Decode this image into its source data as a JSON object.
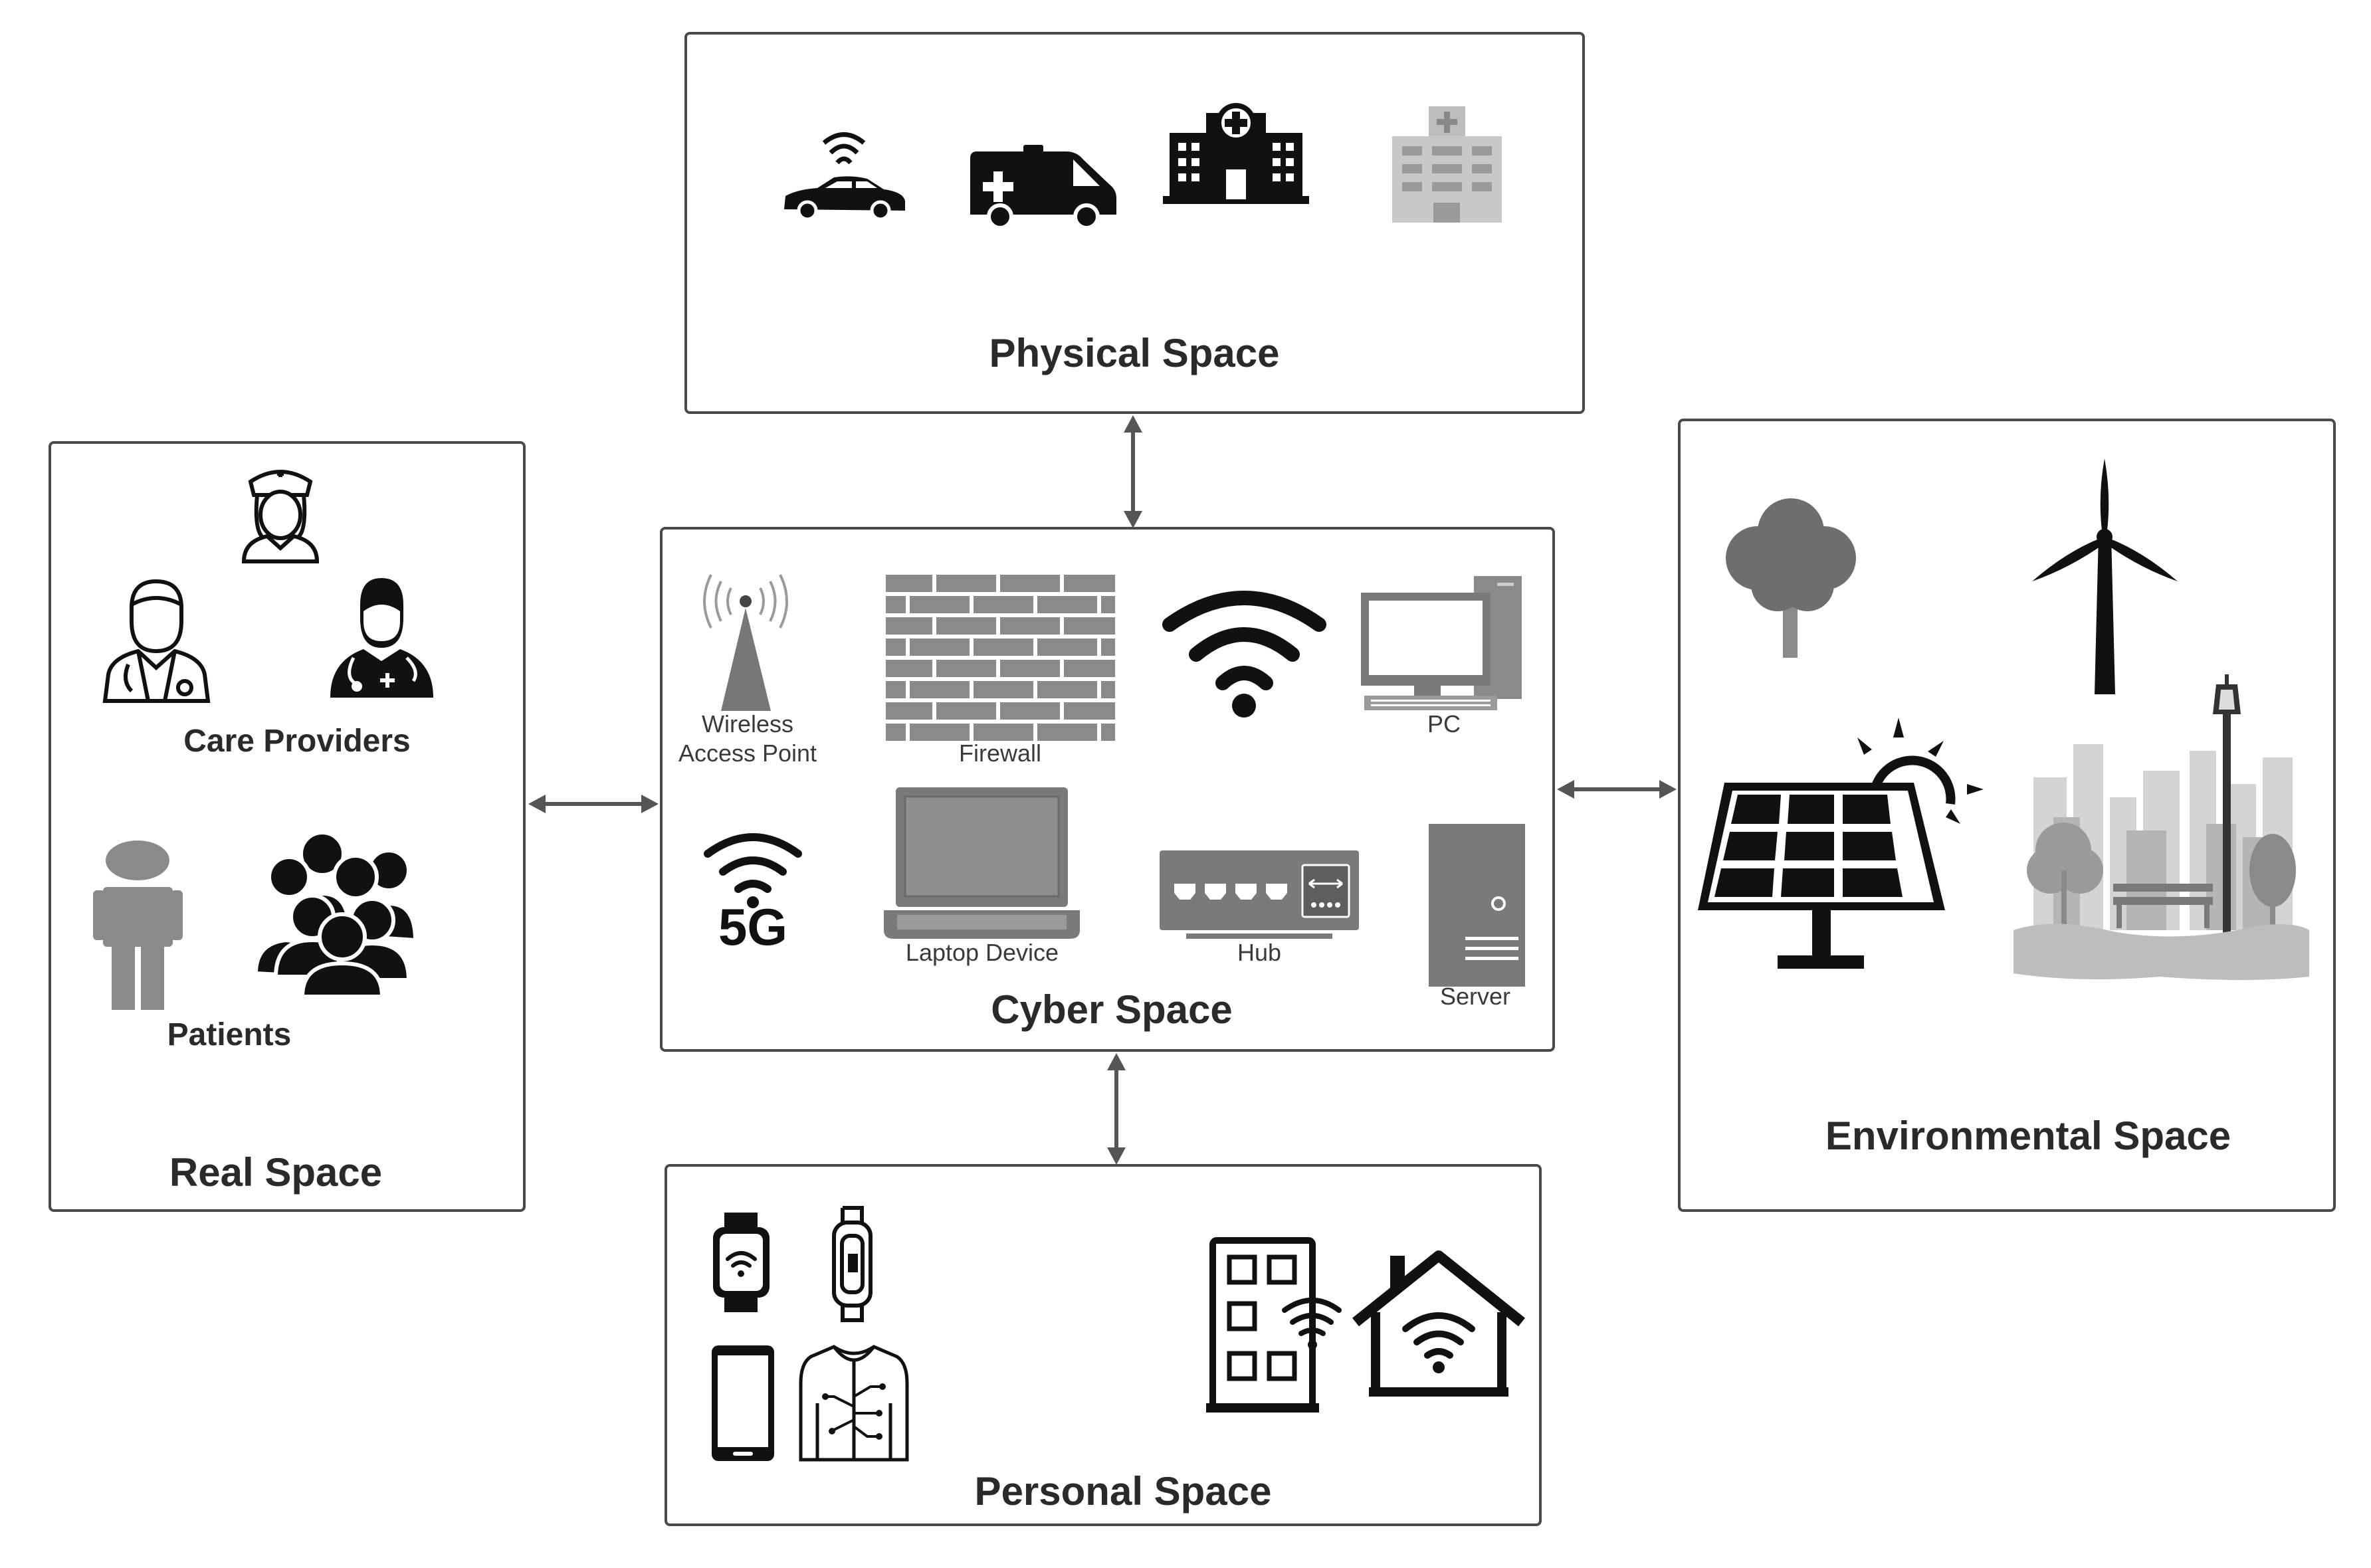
{
  "spaces": {
    "physical": {
      "title": "Physical Space"
    },
    "real": {
      "title": "Real Space",
      "care_providers": "Care Providers",
      "patients": "Patients"
    },
    "cyber": {
      "title": "Cyber Space",
      "wireless_line1": "Wireless",
      "wireless_line2": "Access Point",
      "firewall": "Firewall",
      "pc": "PC",
      "laptop": "Laptop Device",
      "hub": "Hub",
      "server": "Server",
      "fiveg": "5G"
    },
    "environmental": {
      "title": "Environmental Space"
    },
    "personal": {
      "title": "Personal Space"
    }
  },
  "colors": {
    "border": "#4a4a4a",
    "icon_dark": "#111111",
    "icon_gray": "#7a7a7a",
    "icon_light": "#b5b5b5"
  },
  "icons": [
    "connected-car-icon",
    "ambulance-icon",
    "hospital-icon",
    "clinic-building-icon",
    "nurse-icon",
    "doctor-icon",
    "male-doctor-icon",
    "patient-icon",
    "group-icon",
    "antenna-icon",
    "firewall-icon",
    "wifi-icon",
    "pc-icon",
    "5g-icon",
    "laptop-icon",
    "hub-icon",
    "server-icon",
    "tree-icon",
    "wind-turbine-icon",
    "solar-panel-icon",
    "park-city-icon",
    "smartwatch-icon",
    "fitness-band-icon",
    "smartphone-icon",
    "smart-shirt-icon",
    "smart-building-icon",
    "smart-home-icon"
  ]
}
